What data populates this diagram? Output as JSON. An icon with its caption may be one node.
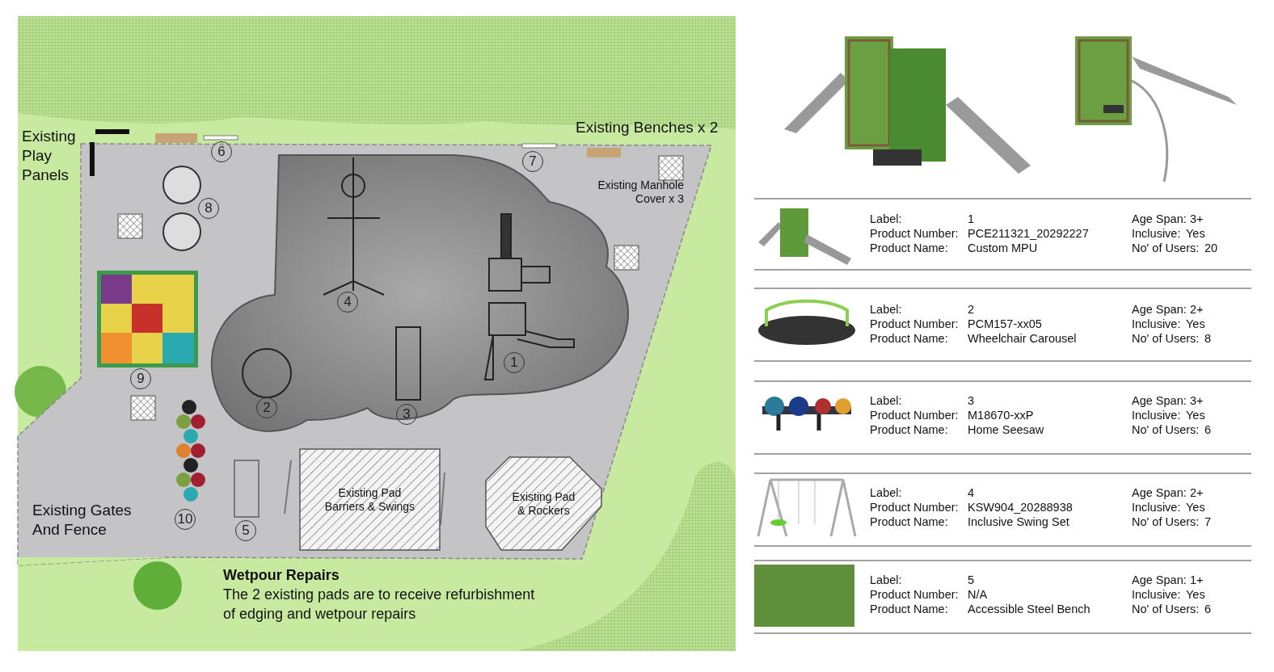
{
  "diagram": {
    "nodes": [
      {
        "text": [
          "Existing Pad Barriers & Swings"
        ]
      },
      {
        "text": [
          "Existing Pad & Rockers"
        ]
      },
      {
        "text": [
          "1"
        ]
      },
      {
        "text": [
          "2"
        ]
      },
      {
        "text": [
          "3"
        ]
      },
      {
        "text": [
          "4"
        ]
      },
      {
        "text": [
          "5"
        ]
      },
      {
        "text": [
          "6"
        ]
      },
      {
        "text": [
          "7"
        ]
      },
      {
        "text": [
          "8"
        ]
      },
      {
        "text": [
          "9"
        ]
      },
      {
        "text": [
          "10"
        ]
      }
    ],
    "labels": [
      "Existing Play Panels",
      "Existing Benches x 2",
      "Existing Manhole Cover x 3",
      "Existing Gates And Fence",
      "Wetpour Repairs",
      "The 2 existing pads are to receive refurbishment of edging and wetpour repairs",
      "Label:",
      "1",
      "Age Span:",
      "3+",
      "Product Number:",
      "PCE211321_20292227",
      "Inclusive:",
      "Yes",
      "Product Name:",
      "Custom MPU",
      "No' of Users:",
      "20",
      "Label:",
      "2",
      "Age Span:",
      "2+",
      "Product Number:",
      "PCM157-xx05",
      "Inclusive:",
      "Yes",
      "Product Name:",
      "Wheelchair Carousel",
      "No' of Users:",
      "8",
      "Label:",
      "3",
      "Age Span:",
      "3+",
      "Product Number:",
      "M18670-xxP",
      "Inclusive:",
      "Yes",
      "Product Name:",
      "Home Seesaw",
      "No' of Users:",
      "6",
      "Label:",
      "4",
      "Age Span:",
      "2+",
      "Product Number:",
      "KSW904_20288938",
      "Inclusive:",
      "Yes",
      "Product Name:",
      "Inclusive Swing Set",
      "No' of Users:",
      "7",
      "Label:",
      "5",
      "Age Span:",
      "1+",
      "Product Number:",
      "N/A",
      "Inclusive:",
      "Yes",
      "Product Name:",
      "Accessible Steel Bench",
      "No' of Users:",
      "6"
    ]
  }
}
